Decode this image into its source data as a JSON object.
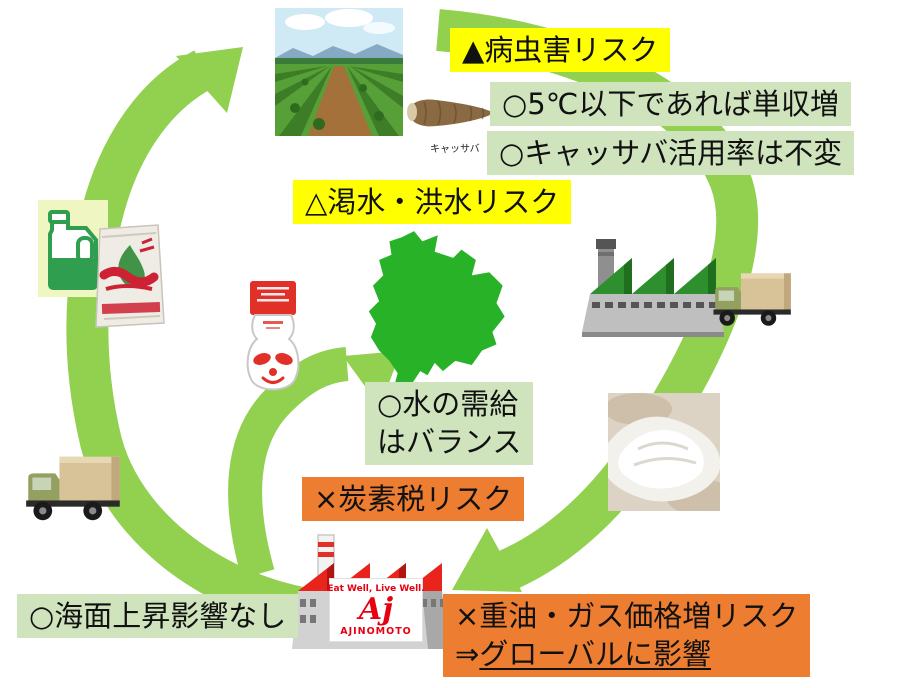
{
  "risk_labels": {
    "pest": "▲病虫害リスク",
    "yield": "○5℃以下であれば単収増",
    "cassava_use": "○キャッサバ活用率は不変",
    "drought_flood": "△渇水・洪水リスク",
    "water_line1": "○水の需給",
    "water_line2": "はバランス",
    "carbon_tax": "×炭素税リスク",
    "sea_level": "○海面上昇影響なし",
    "fuel_line1": "×重油・ガス価格増リスク",
    "fuel_line2_arrow": "⇒",
    "fuel_line2_underlined": "グローバルに影響"
  },
  "captions": {
    "cassava_root": "キャッサバ"
  },
  "factory_sign": {
    "tagline": "Eat Well, Live Well.",
    "logo": "Aj",
    "brand": "AJINOMOTO"
  },
  "colors": {
    "arrow_green": "#92d050",
    "highlight_yellow": "#ffff00",
    "highlight_green": "#cfe3bd",
    "highlight_orange": "#ed7d31",
    "map_green": "#28b228",
    "brand_red": "#e60012"
  },
  "images": {
    "cassava_field": "cassava-field-photo",
    "cassava_root": "cassava-root-photo",
    "jug": "green-jug-product",
    "bag": "seasoning-bag-product",
    "panda_bottle": "ajinomoto-panda-bottle",
    "factory": "starch-factory",
    "truck": "delivery-truck",
    "starch": "tapioca-starch-photo",
    "thailand_map": "thailand-map",
    "ajinomoto_factory": "ajinomoto-plant"
  }
}
